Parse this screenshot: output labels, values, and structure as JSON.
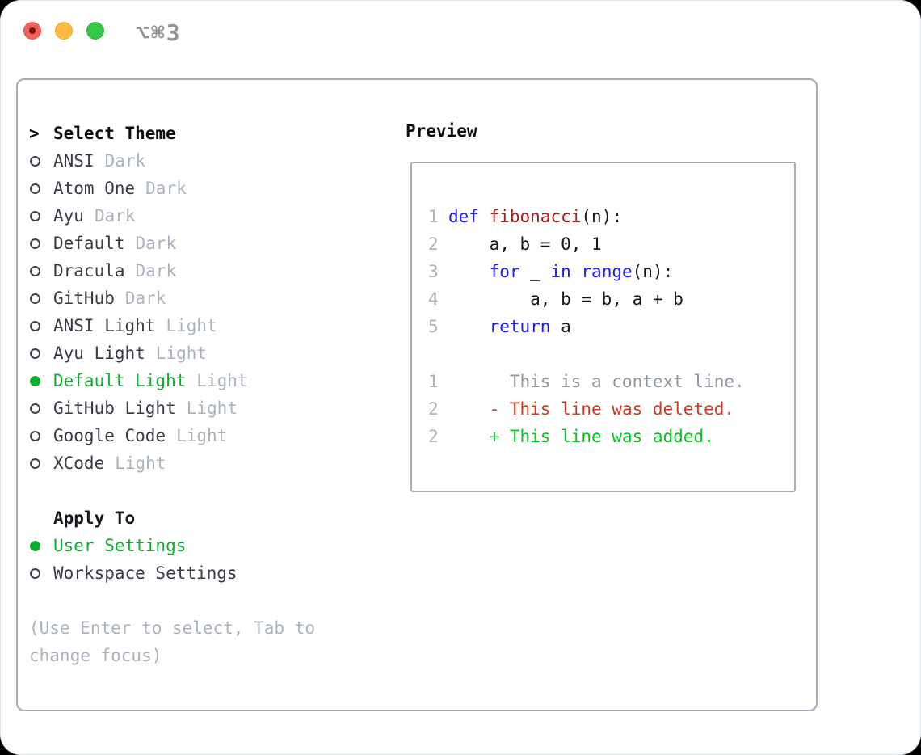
{
  "titlebar": {
    "shortcut": "⌥⌘3"
  },
  "colors": {
    "accent_green": "#0cae2e",
    "keyword_blue": "#1b1af0",
    "function_red": "#a31f1f",
    "deleted_red": "#c93a26",
    "added_green": "#0cbf25",
    "muted_gray": "#a9b2be",
    "context_gray": "#8f959d",
    "border_gray": "#a7aeb9",
    "traffic_red": "#f4605c",
    "traffic_yellow": "#fcbb40",
    "traffic_green": "#35c84b"
  },
  "theme_picker": {
    "heading_prefix": ">",
    "heading": "Select Theme",
    "items": [
      {
        "name": "ANSI",
        "variant": "Dark",
        "selected": false
      },
      {
        "name": "Atom One",
        "variant": "Dark",
        "selected": false
      },
      {
        "name": "Ayu",
        "variant": "Dark",
        "selected": false
      },
      {
        "name": "Default",
        "variant": "Dark",
        "selected": false
      },
      {
        "name": "Dracula",
        "variant": "Dark",
        "selected": false
      },
      {
        "name": "GitHub",
        "variant": "Dark",
        "selected": false
      },
      {
        "name": "ANSI Light",
        "variant": "Light",
        "selected": false
      },
      {
        "name": "Ayu Light",
        "variant": "Light",
        "selected": false
      },
      {
        "name": "Default Light",
        "variant": "Light",
        "selected": true
      },
      {
        "name": "GitHub Light",
        "variant": "Light",
        "selected": false
      },
      {
        "name": "Google Code",
        "variant": "Light",
        "selected": false
      },
      {
        "name": "XCode",
        "variant": "Light",
        "selected": false
      }
    ]
  },
  "apply_to": {
    "heading": "Apply To",
    "options": [
      {
        "name": "User Settings",
        "selected": true
      },
      {
        "name": "Workspace Settings",
        "selected": false
      }
    ]
  },
  "hint": {
    "line1": "(Use Enter to select, Tab to",
    "line2": "change focus)"
  },
  "preview": {
    "heading": "Preview",
    "code_lines": [
      {
        "num": "1",
        "segments": [
          {
            "t": "def",
            "c": "kw"
          },
          {
            "t": " ",
            "c": "plain"
          },
          {
            "t": "fibonacci",
            "c": "fn"
          },
          {
            "t": "(n):",
            "c": "plain"
          }
        ]
      },
      {
        "num": "2",
        "segments": [
          {
            "t": "    a, b = 0, 1",
            "c": "plain"
          }
        ]
      },
      {
        "num": "3",
        "segments": [
          {
            "t": "    ",
            "c": "plain"
          },
          {
            "t": "for",
            "c": "kw"
          },
          {
            "t": " _ ",
            "c": "plain"
          },
          {
            "t": "in",
            "c": "kw"
          },
          {
            "t": " ",
            "c": "plain"
          },
          {
            "t": "range",
            "c": "kw"
          },
          {
            "t": "(n):",
            "c": "plain"
          }
        ]
      },
      {
        "num": "4",
        "segments": [
          {
            "t": "        a, b = b, a + b",
            "c": "plain"
          }
        ]
      },
      {
        "num": "5",
        "segments": [
          {
            "t": "    ",
            "c": "plain"
          },
          {
            "t": "return",
            "c": "kw"
          },
          {
            "t": " a",
            "c": "plain"
          }
        ]
      },
      {
        "num": "",
        "segments": []
      },
      {
        "num": "1",
        "segments": [
          {
            "t": "      This is a context line.",
            "c": "context"
          }
        ]
      },
      {
        "num": "2",
        "segments": [
          {
            "t": "    ",
            "c": "plain"
          },
          {
            "t": "- This line was deleted.",
            "c": "removed"
          }
        ]
      },
      {
        "num": "2",
        "segments": [
          {
            "t": "    ",
            "c": "plain"
          },
          {
            "t": "+ This line was added.",
            "c": "added"
          }
        ]
      }
    ]
  }
}
